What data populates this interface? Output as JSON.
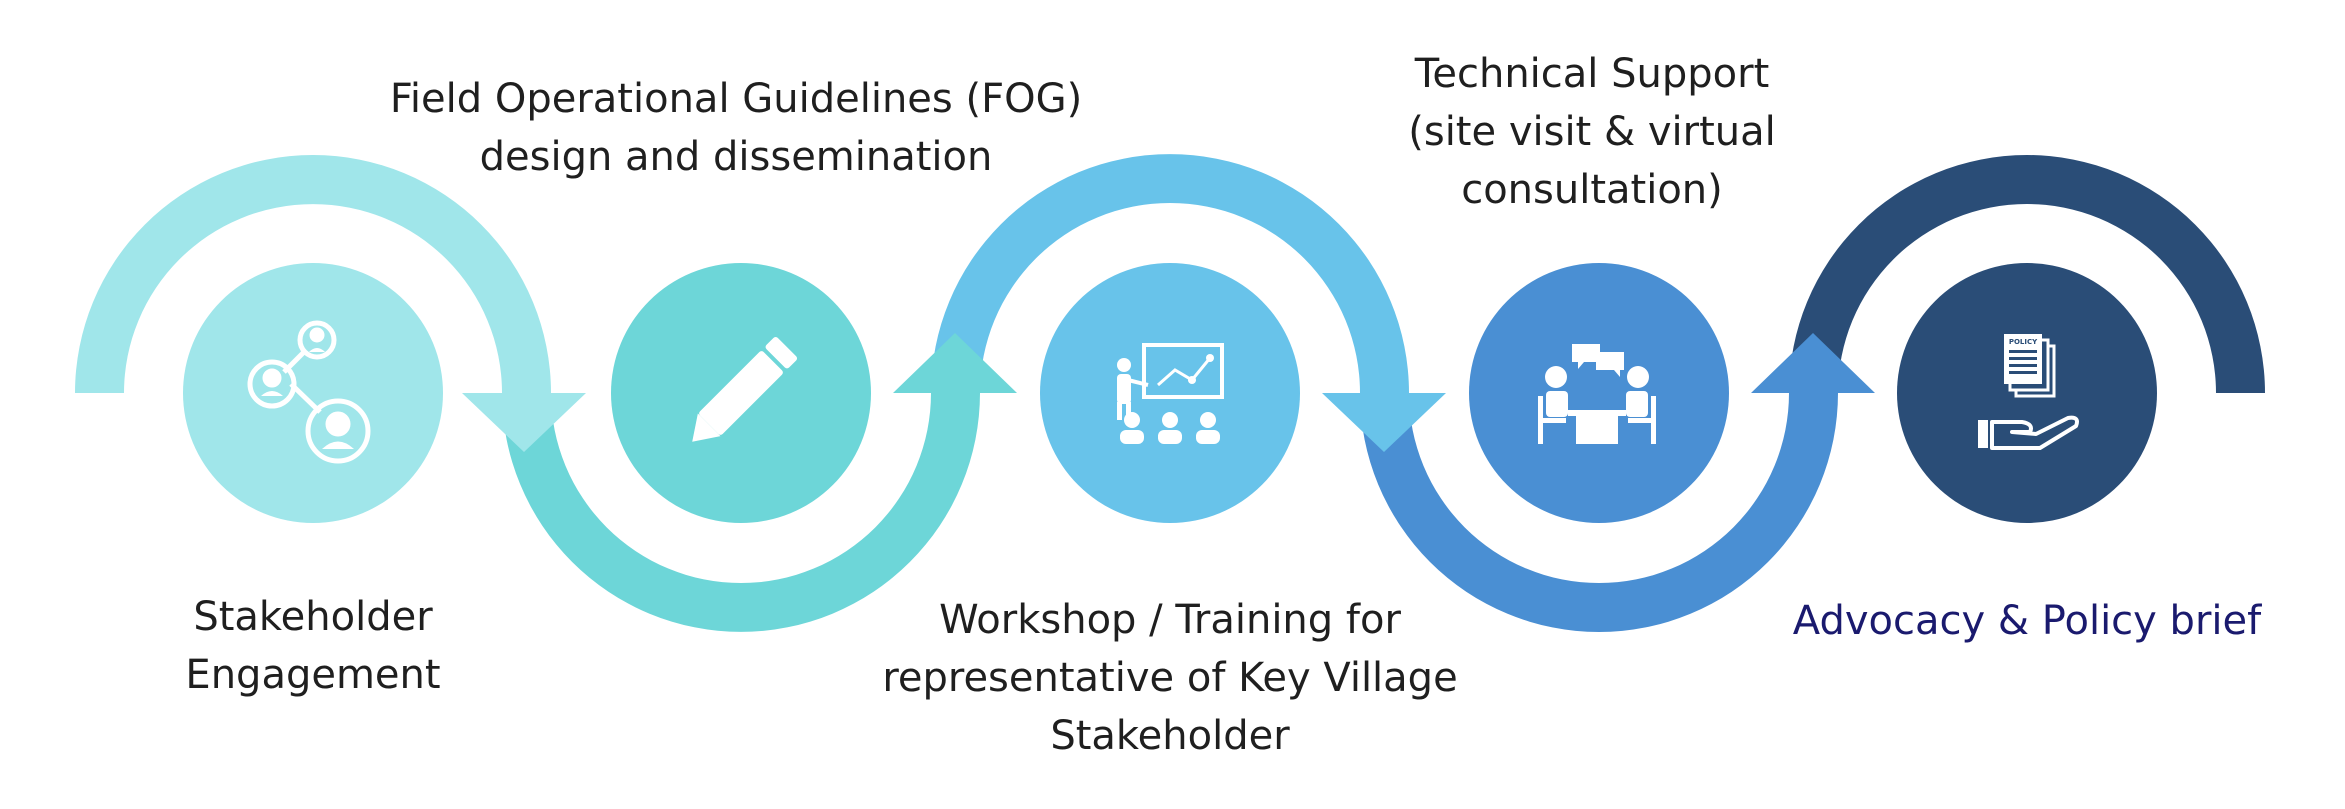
{
  "colors": {
    "step1": "#a0e6ea",
    "step2": "#6dd6d8",
    "step3": "#68c3ea",
    "step4": "#4a8fd3",
    "step5": "#2a4d77",
    "label_default": "#1f1f1f",
    "label_highlight": "#1a1a6e"
  },
  "steps": [
    {
      "lines": [
        "Stakeholder",
        "Engagement"
      ],
      "icon": "people-network-icon"
    },
    {
      "lines": [
        "Field Operational Guidelines (FOG)",
        "design and dissemination"
      ],
      "icon": "pencil-icon"
    },
    {
      "lines": [
        "Workshop / Training for",
        "representative of Key Village",
        "Stakeholder"
      ],
      "icon": "presentation-icon"
    },
    {
      "lines": [
        "Technical Support",
        "(site visit & virtual",
        "consultation)"
      ],
      "icon": "meeting-icon"
    },
    {
      "lines": [
        "Advocacy & Policy brief"
      ],
      "icon": "policy-hand-icon",
      "icon_text": "POLICY"
    }
  ]
}
